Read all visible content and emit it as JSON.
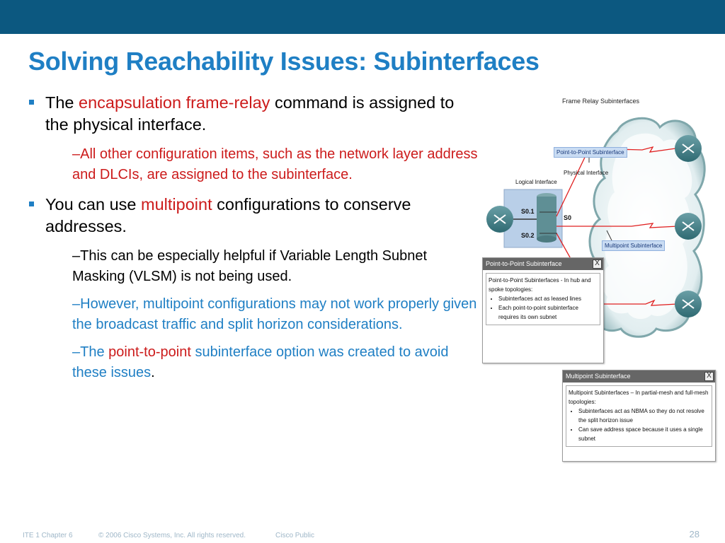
{
  "slide": {
    "title": "Solving Reachability Issues: Subinterfaces",
    "bullet1": {
      "pre": "The ",
      "highlight": "encapsulation frame-relay",
      "post": " command is assigned to the physical interface.",
      "sub1": "–All other configuration items, such as the network layer address and DLCIs, are assigned to the subinterface."
    },
    "bullet2": {
      "pre": "You can use ",
      "highlight": "multipoint",
      "post": " configurations to conserve addresses.",
      "sub1": "–This can be especially helpful if Variable Length Subnet Masking (VLSM) is not being used.",
      "sub2": "–However, multipoint configurations may not work properly given the broadcast traffic and split horizon considerations.",
      "sub3_pre": "–The ",
      "sub3_highlight": "point-to-point",
      "sub3_post": " subinterface option was created to avoid these issues",
      "sub3_end": "."
    },
    "colors": {
      "topbar": "#0c5880",
      "title": "#1f7fc4",
      "highlight_red": "#cc1b1b",
      "bullet_blue": "#1f7fc4"
    }
  },
  "diagram": {
    "title": "Frame Relay Subinterfaces",
    "callout_p2p": "Point-to-Point Subinterface",
    "physical_label": "Physical Interface",
    "logical_label": "Logical Interface",
    "s01": "S0.1",
    "s02": "S0.2",
    "s0": "S0",
    "callout_mp": "Multipoint Subinterface"
  },
  "popup_p2p": {
    "title": "Point-to-Point Subinterface",
    "close": "X",
    "intro": "Point-to-Point Subinterfaces - In hub and spoke topologies:",
    "items": [
      "Subinterfaces act as leased lines",
      "Each point-to-point subinterface requires its own subnet"
    ]
  },
  "popup_mp": {
    "title": "Multipoint Subinterface",
    "close": "X",
    "intro": "Multipoint Subinterfaces – In partial-mesh and full-mesh topologies:",
    "items": [
      "Subinterfaces act as NBMA so they do not resolve the split horizon issue",
      "Can save address space because it uses a single subnet"
    ]
  },
  "footer": {
    "chapter": "ITE 1 Chapter 6",
    "copyright": "© 2006 Cisco Systems, Inc. All rights reserved.",
    "classification": "Cisco Public",
    "page": "28"
  }
}
